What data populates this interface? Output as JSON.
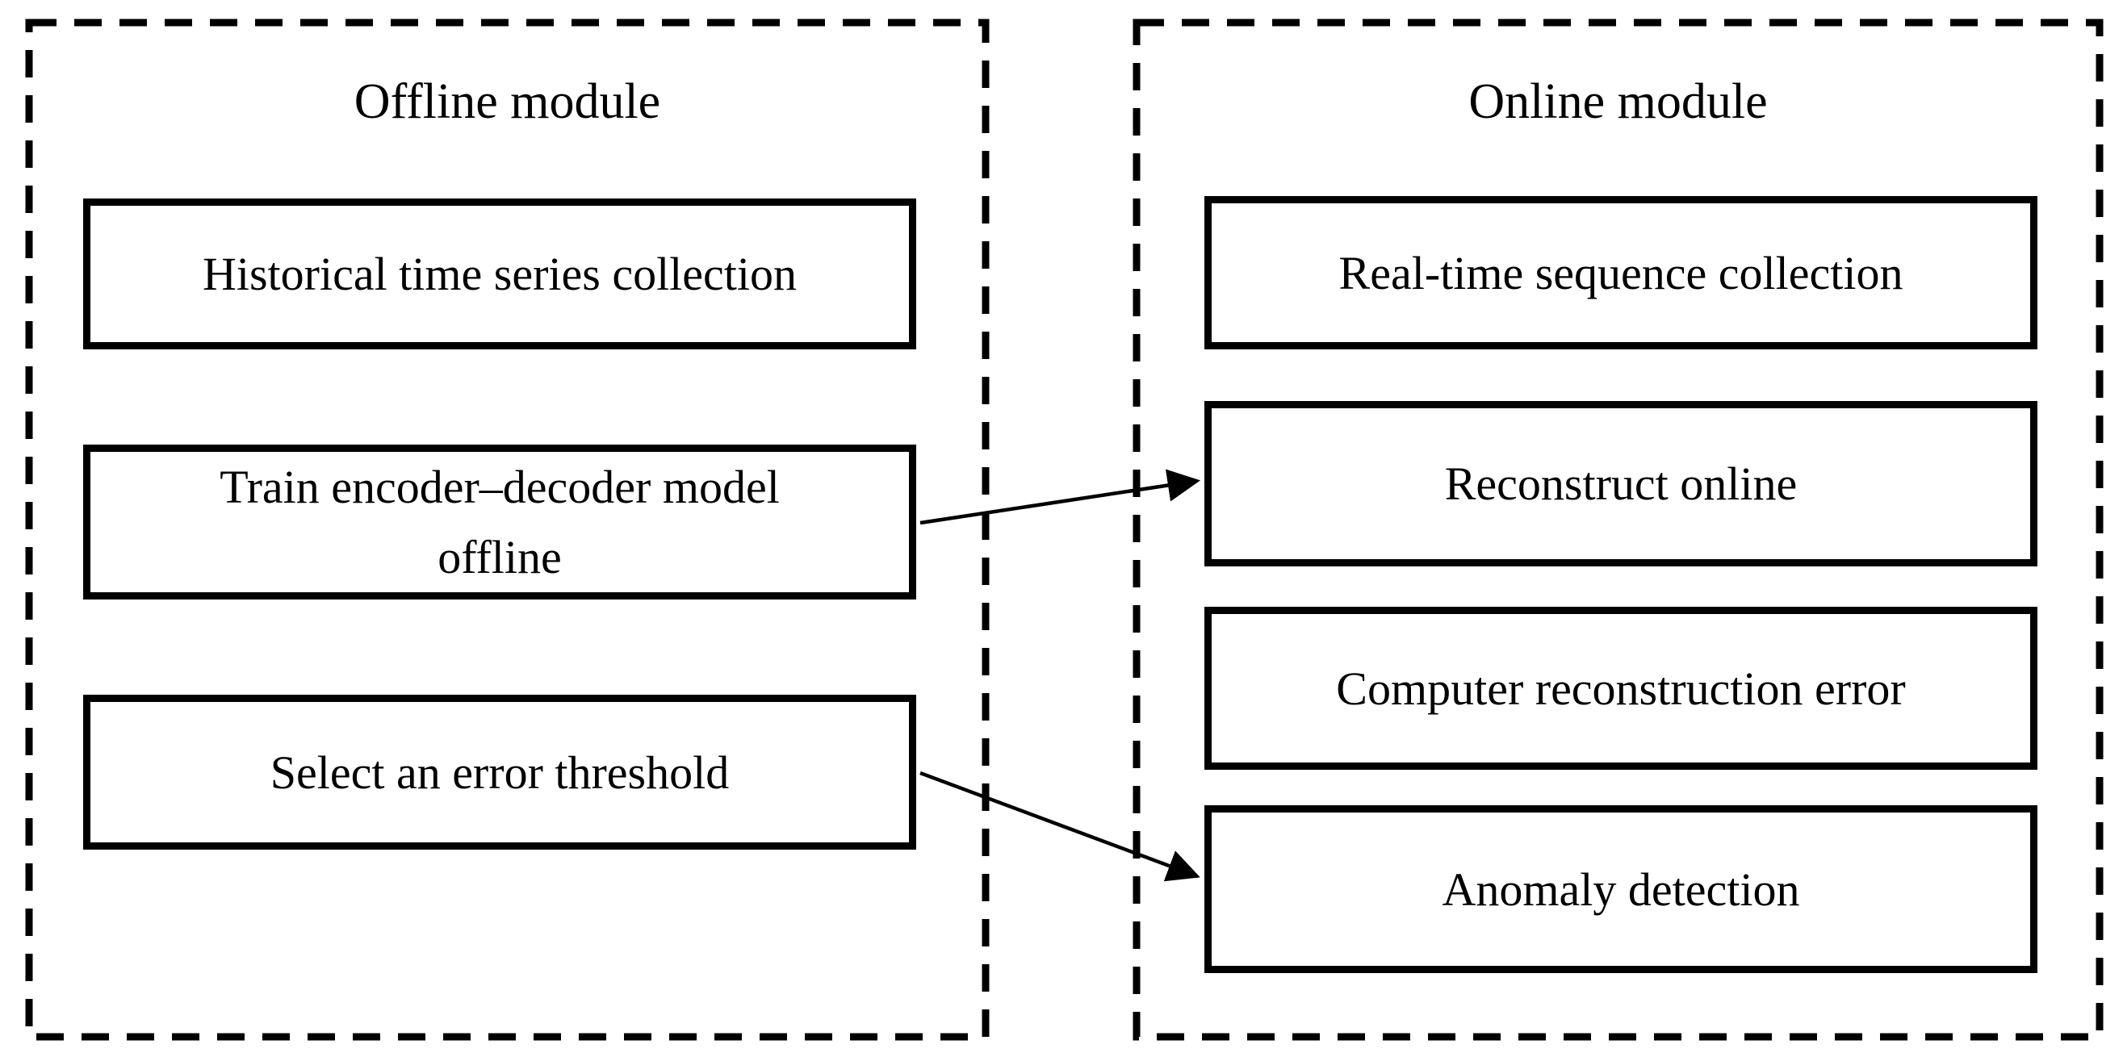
{
  "offline_module": {
    "title": "Offline module",
    "box_historical": "Historical time series collection",
    "box_train_lines": [
      "Train encoder–decoder model",
      "offline"
    ],
    "box_threshold": "Select an error threshold"
  },
  "online_module": {
    "title": "Online module",
    "box_realtime": "Real-time sequence collection",
    "box_reconstruct": "Reconstruct online",
    "box_error": "Computer reconstruction error",
    "box_anomaly": "Anomaly detection"
  },
  "arrows": [
    {
      "from": "Train encoder–decoder model offline",
      "to": "Reconstruct online"
    },
    {
      "from": "Select an error threshold",
      "to": "Anomaly detection"
    }
  ],
  "colors": {
    "line": "#000000",
    "background": "#ffffff"
  }
}
